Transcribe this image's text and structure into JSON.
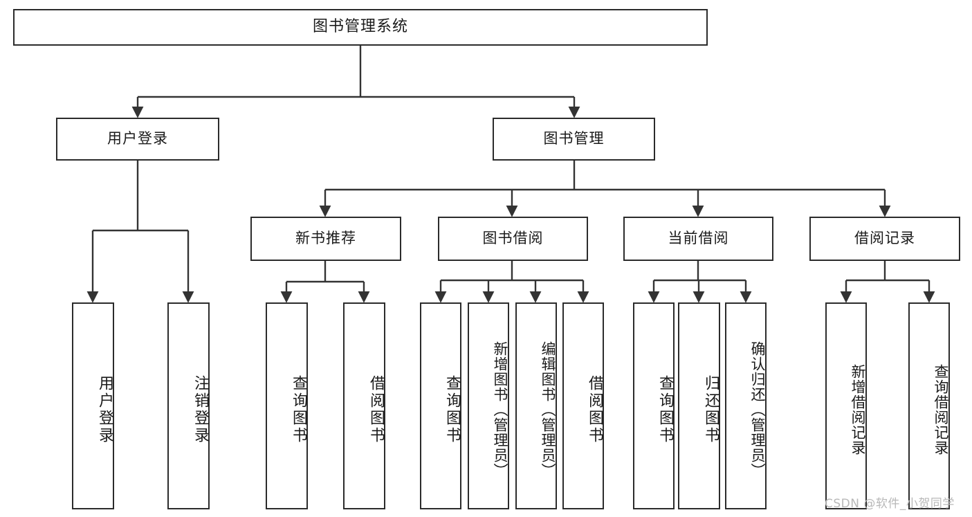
{
  "diagram": {
    "title": "图书管理系统",
    "type": "tree-hierarchy-diagram",
    "colors": {
      "box_border": "#2b2b2b",
      "box_fill": "#ffffff",
      "edge": "#333333",
      "text": "#1a1a1a",
      "watermark": "#b8b8b8",
      "background": "#ffffff"
    }
  },
  "root": {
    "label": "图书管理系统"
  },
  "level1": [
    {
      "label": "用户登录"
    },
    {
      "label": "图书管理"
    }
  ],
  "level2": [
    {
      "label": "新书推荐"
    },
    {
      "label": "图书借阅"
    },
    {
      "label": "当前借阅"
    },
    {
      "label": "借阅记录"
    }
  ],
  "leaves": {
    "user_login": [
      {
        "label": "用户登录"
      },
      {
        "label": "注销登录"
      }
    ],
    "new_book_recommend": [
      {
        "label": "查询图书"
      },
      {
        "label": "借阅图书"
      }
    ],
    "book_borrow": [
      {
        "label": "查询图书"
      },
      {
        "label": "新增图书（管理员）"
      },
      {
        "label": "编辑图书（管理员）"
      },
      {
        "label": "借阅图书"
      }
    ],
    "current_borrow": [
      {
        "label": "查询图书"
      },
      {
        "label": "归还图书"
      },
      {
        "label": "确认归还（管理员）"
      }
    ],
    "borrow_record": [
      {
        "label": "新增借阅记录"
      },
      {
        "label": "查询借阅记录"
      }
    ]
  },
  "watermark": {
    "text": "CSDN @软件_小贺同学"
  }
}
